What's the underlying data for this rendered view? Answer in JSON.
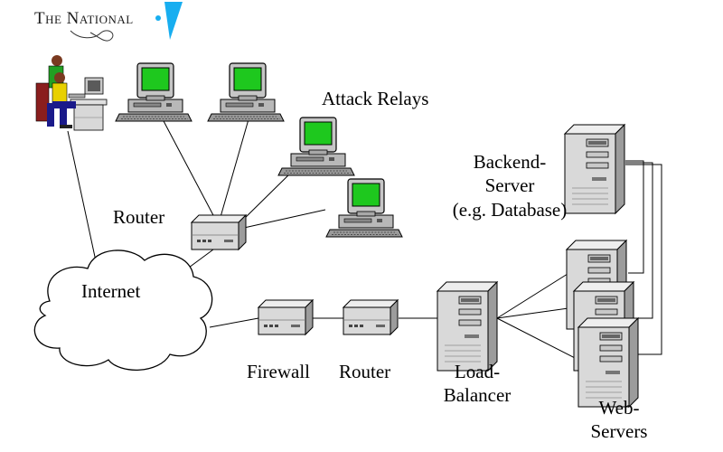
{
  "logo": {
    "text": "The National"
  },
  "labels": {
    "attack_relays": "Attack Relays",
    "router_top": "Router",
    "internet": "Internet",
    "backend_line1": "Backend-",
    "backend_line2": "Server",
    "backend_line3": "(e.g. Database)",
    "firewall": "Firewall",
    "router_bottom": "Router",
    "load_line1": "Load-",
    "load_line2": "Balancer",
    "web_line1": "Web-",
    "web_line2": "Servers"
  },
  "colors": {
    "screen": "#18c818",
    "monitor_body": "#c0c0c0",
    "server_body": "#d4d4d4",
    "logo_accent": "#18aef0"
  }
}
